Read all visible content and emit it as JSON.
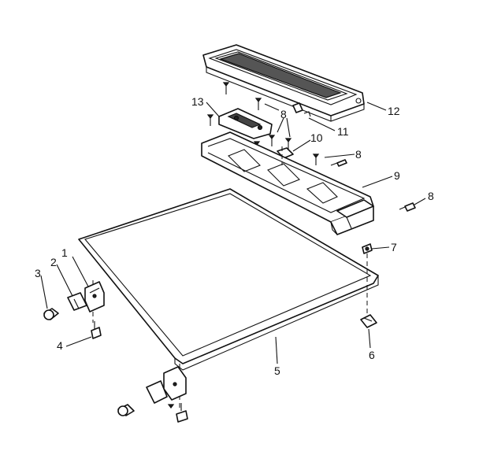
{
  "callouts": {
    "c1a": "1",
    "c1b": "1",
    "c2": "2",
    "c3": "3",
    "c4": "4",
    "c5": "5",
    "c6": "6",
    "c7": "7",
    "c8a": "8",
    "c8b": "8",
    "c8c": "8",
    "c9": "9",
    "c10": "10",
    "c11": "11",
    "c12": "12",
    "c13": "13"
  }
}
